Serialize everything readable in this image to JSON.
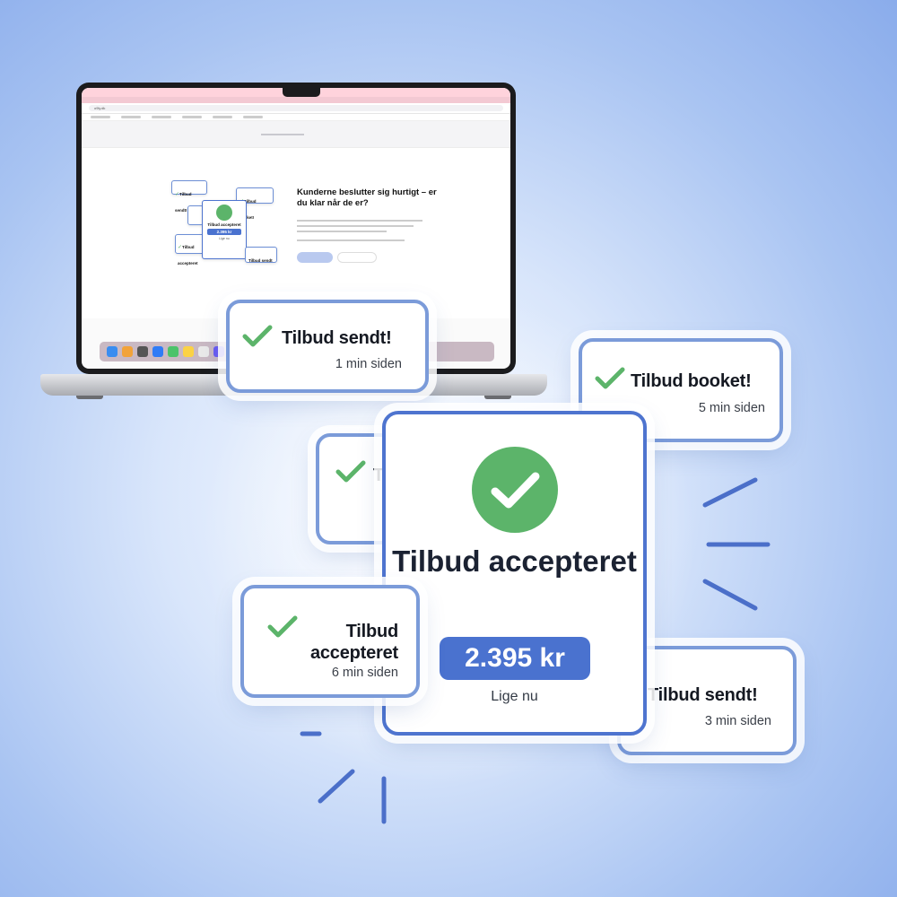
{
  "laptop": {
    "url": "o9ly.dk",
    "site": {
      "heading": "Kunderne beslutter sig hurtigt – er du klar når de er?",
      "mini_cards": {
        "sent": "Tilbud sendt!",
        "booked": "Tilbud booket!",
        "accepted": "Tilbud accepteret",
        "accepted_short": "Tilbud accepteret",
        "sent_bottom": "Tilbud sendt",
        "price": "2.395 kr",
        "time": "Lige nu"
      }
    }
  },
  "cards": {
    "sent_1": {
      "title": "Tilbud sendt!",
      "time": "1 min siden"
    },
    "booked": {
      "title": "Tilbud booket!",
      "time": "5 min siden"
    },
    "partial": {
      "title": "T"
    },
    "main": {
      "title": "Tilbud accepteret",
      "price": "2.395 kr",
      "time": "Lige nu"
    },
    "accepted_6": {
      "title": "Tilbud accepteret",
      "time": "6 min siden"
    },
    "sent_3": {
      "title": "Tilbud sendt!",
      "time": "3 min siden"
    }
  },
  "colors": {
    "accent_blue": "#4a72cf",
    "card_border": "#7b9bd9",
    "check_green": "#5cb46a"
  },
  "icons": [
    "check-icon",
    "check-circle-icon",
    "burst-lines-icon"
  ]
}
